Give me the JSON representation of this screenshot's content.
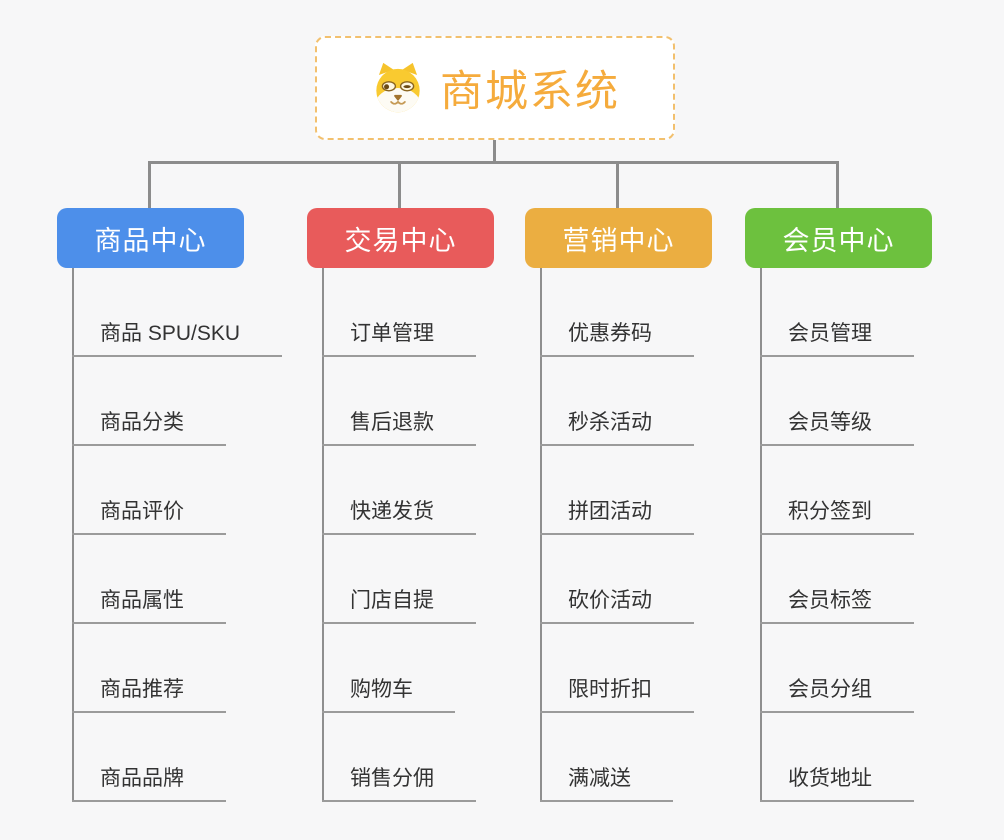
{
  "page": {
    "background": "#f7f7f8",
    "connector_color": "#8c8c8c"
  },
  "root": {
    "title": "商城系统",
    "icon": "shiba-dog-icon",
    "text_color": "#f5ab3c",
    "border_color": "#f2c06e"
  },
  "branches": [
    {
      "label": "商品中心",
      "color": "#4d8fea",
      "children": [
        "商品 SPU/SKU",
        "商品分类",
        "商品评价",
        "商品属性",
        "商品推荐",
        "商品品牌"
      ]
    },
    {
      "label": "交易中心",
      "color": "#e85b5b",
      "children": [
        "订单管理",
        "售后退款",
        "快递发货",
        "门店自提",
        "购物车",
        "销售分佣"
      ]
    },
    {
      "label": "营销中心",
      "color": "#ebae41",
      "children": [
        "优惠券码",
        "秒杀活动",
        "拼团活动",
        "砍价活动",
        "限时折扣",
        "满减送"
      ]
    },
    {
      "label": "会员中心",
      "color": "#6dc13e",
      "children": [
        "会员管理",
        "会员等级",
        "积分签到",
        "会员标签",
        "会员分组",
        "收货地址"
      ]
    }
  ]
}
